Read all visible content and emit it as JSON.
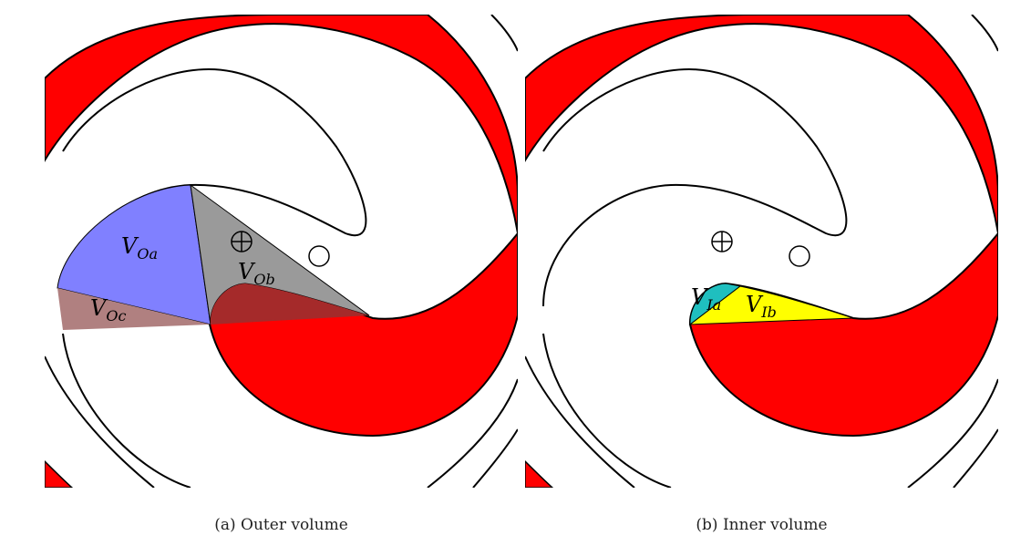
{
  "figure": {
    "panels": [
      {
        "id": "a",
        "caption": "(a) Outer volume",
        "volumes": [
          {
            "base": "V",
            "sub": "Oa",
            "color": "#8080ff"
          },
          {
            "base": "V",
            "sub": "Ob",
            "color": "#9a9a9a"
          },
          {
            "base": "V",
            "sub": "Oc",
            "color": "#b08080"
          }
        ],
        "markers": [
          "circle-plus-icon",
          "circle-icon"
        ]
      },
      {
        "id": "b",
        "caption": "(b) Inner volume",
        "volumes": [
          {
            "base": "V",
            "sub": "Ia",
            "color": "#1fbfbf"
          },
          {
            "base": "V",
            "sub": "Ib",
            "color": "#ffff00"
          }
        ],
        "markers": [
          "circle-plus-icon",
          "circle-icon"
        ]
      }
    ],
    "colors": {
      "scroll_fill": "#ff0000",
      "outline": "#000000",
      "dark_overlap": "#a52a2a"
    }
  }
}
